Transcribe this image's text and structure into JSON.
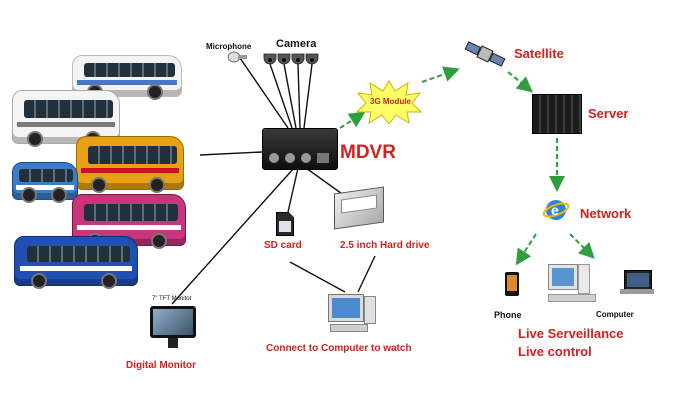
{
  "labels": {
    "microphone": "Microphone",
    "camera": "Camera",
    "module_3g": "3G Module",
    "mdvr": "MDVR",
    "satellite": "Satellite",
    "server": "Server",
    "network": "Network",
    "sd_card": "SD card",
    "hard_drive": "2.5 inch Hard drive",
    "monitor_model": "7\" TFT Monitor",
    "digital_monitor": "Digital Monitor",
    "connect_computer": "Connect to Computer to watch",
    "phone": "Phone",
    "computer": "Computer",
    "live_surveillance": "Live Serveillance",
    "live_control": "Live control"
  },
  "colors": {
    "label_red": "#d42020",
    "arrow_green": "#2e9e3e",
    "line_black": "#111111",
    "burst_yellow": "#ffff66",
    "burst_outline": "#c8b400"
  },
  "icons": {
    "buses": [
      "bus-icon",
      "bus-icon",
      "bus-icon",
      "bus-icon",
      "bus-icon",
      "bus-icon"
    ],
    "camera": "dome-camera-icon",
    "satellite": "satellite-icon",
    "server": "server-rack-icon",
    "network": "internet-explorer-icon",
    "phone": "smartphone-icon",
    "laptop": "laptop-icon"
  }
}
